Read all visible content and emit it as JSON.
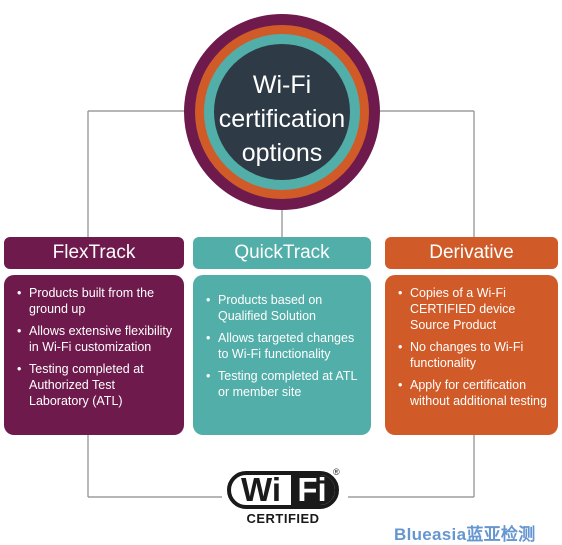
{
  "hub": {
    "lines": [
      "Wi-Fi",
      "certification",
      "options"
    ]
  },
  "options": [
    {
      "title": "FlexTrack",
      "bullets": [
        "Products built from the ground up",
        "Allows extensive flexibility in Wi-Fi customization",
        "Testing completed at Authorized Test Laboratory (ATL)"
      ]
    },
    {
      "title": "QuickTrack",
      "bullets": [
        "Products based on Qualified Solution",
        "Allows targeted changes to Wi-Fi functionality",
        "Testing completed at ATL or member site"
      ]
    },
    {
      "title": "Derivative",
      "bullets": [
        "Copies of a Wi-Fi CERTIFIED device Source Product",
        "No changes to Wi-Fi functionality",
        "Apply for certification without additional testing"
      ]
    }
  ],
  "logo": {
    "wi": "Wi",
    "fi": "Fi",
    "reg": "®",
    "certified": "CERTIFIED"
  },
  "watermark": "Blueasia蓝亚检测",
  "colors": {
    "plum": "#6e1a4c",
    "teal": "#51aea9",
    "orange": "#d15b28",
    "hub_center": "#2e3a46"
  }
}
